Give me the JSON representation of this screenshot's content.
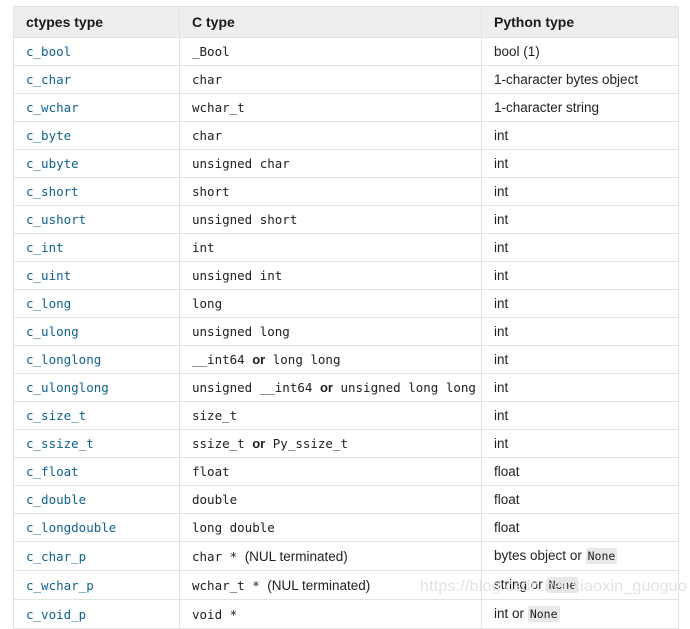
{
  "table": {
    "columns": [
      "ctypes type",
      "C type",
      "Python type"
    ],
    "rows": [
      {
        "ctypes": "c_bool",
        "c_code": "_Bool",
        "c_sep": "",
        "c_code2": "",
        "c_note": "",
        "py_text": "bool (1)",
        "py_sep": "",
        "py_code": ""
      },
      {
        "ctypes": "c_char",
        "c_code": "char",
        "c_sep": "",
        "c_code2": "",
        "c_note": "",
        "py_text": "1-character bytes object",
        "py_sep": "",
        "py_code": ""
      },
      {
        "ctypes": "c_wchar",
        "c_code": "wchar_t",
        "c_sep": "",
        "c_code2": "",
        "c_note": "",
        "py_text": "1-character string",
        "py_sep": "",
        "py_code": ""
      },
      {
        "ctypes": "c_byte",
        "c_code": "char",
        "c_sep": "",
        "c_code2": "",
        "c_note": "",
        "py_text": "int",
        "py_sep": "",
        "py_code": ""
      },
      {
        "ctypes": "c_ubyte",
        "c_code": "unsigned char",
        "c_sep": "",
        "c_code2": "",
        "c_note": "",
        "py_text": "int",
        "py_sep": "",
        "py_code": ""
      },
      {
        "ctypes": "c_short",
        "c_code": "short",
        "c_sep": "",
        "c_code2": "",
        "c_note": "",
        "py_text": "int",
        "py_sep": "",
        "py_code": ""
      },
      {
        "ctypes": "c_ushort",
        "c_code": "unsigned short",
        "c_sep": "",
        "c_code2": "",
        "c_note": "",
        "py_text": "int",
        "py_sep": "",
        "py_code": ""
      },
      {
        "ctypes": "c_int",
        "c_code": "int",
        "c_sep": "",
        "c_code2": "",
        "c_note": "",
        "py_text": "int",
        "py_sep": "",
        "py_code": ""
      },
      {
        "ctypes": "c_uint",
        "c_code": "unsigned int",
        "c_sep": "",
        "c_code2": "",
        "c_note": "",
        "py_text": "int",
        "py_sep": "",
        "py_code": ""
      },
      {
        "ctypes": "c_long",
        "c_code": "long",
        "c_sep": "",
        "c_code2": "",
        "c_note": "",
        "py_text": "int",
        "py_sep": "",
        "py_code": ""
      },
      {
        "ctypes": "c_ulong",
        "c_code": "unsigned long",
        "c_sep": "",
        "c_code2": "",
        "c_note": "",
        "py_text": "int",
        "py_sep": "",
        "py_code": ""
      },
      {
        "ctypes": "c_longlong",
        "c_code": "__int64",
        "c_sep": "or",
        "c_code2": "long long",
        "c_note": "",
        "py_text": "int",
        "py_sep": "",
        "py_code": ""
      },
      {
        "ctypes": "c_ulonglong",
        "c_code": "unsigned __int64",
        "c_sep": "or",
        "c_code2": "unsigned long long",
        "c_note": "",
        "py_text": "int",
        "py_sep": "",
        "py_code": ""
      },
      {
        "ctypes": "c_size_t",
        "c_code": "size_t",
        "c_sep": "",
        "c_code2": "",
        "c_note": "",
        "py_text": "int",
        "py_sep": "",
        "py_code": ""
      },
      {
        "ctypes": "c_ssize_t",
        "c_code": "ssize_t",
        "c_sep": "or",
        "c_code2": "Py_ssize_t",
        "c_note": "",
        "py_text": "int",
        "py_sep": "",
        "py_code": ""
      },
      {
        "ctypes": "c_float",
        "c_code": "float",
        "c_sep": "",
        "c_code2": "",
        "c_note": "",
        "py_text": "float",
        "py_sep": "",
        "py_code": ""
      },
      {
        "ctypes": "c_double",
        "c_code": "double",
        "c_sep": "",
        "c_code2": "",
        "c_note": "",
        "py_text": "float",
        "py_sep": "",
        "py_code": ""
      },
      {
        "ctypes": "c_longdouble",
        "c_code": "long double",
        "c_sep": "",
        "c_code2": "",
        "c_note": "",
        "py_text": "float",
        "py_sep": "",
        "py_code": ""
      },
      {
        "ctypes": "c_char_p",
        "c_code": "char *",
        "c_sep": "",
        "c_code2": "",
        "c_note": "(NUL terminated)",
        "py_text": "bytes object",
        "py_sep": "or",
        "py_code": "None"
      },
      {
        "ctypes": "c_wchar_p",
        "c_code": "wchar_t *",
        "c_sep": "",
        "c_code2": "",
        "c_note": "(NUL terminated)",
        "py_text": "string",
        "py_sep": "or",
        "py_code": "None"
      },
      {
        "ctypes": "c_void_p",
        "c_code": "void *",
        "c_sep": "",
        "c_code2": "",
        "c_note": "",
        "py_text": "int",
        "py_sep": "or",
        "py_code": "None"
      }
    ]
  },
  "watermark": {
    "text": "https://blog.csdn.net/xiaoxin_guoguo"
  },
  "colors": {
    "link": "#11628f",
    "header_bg": "#eeeeee",
    "border": "#e3e3e3",
    "code_bg": "#e8e8e8",
    "watermark": "#e2e2e2"
  }
}
